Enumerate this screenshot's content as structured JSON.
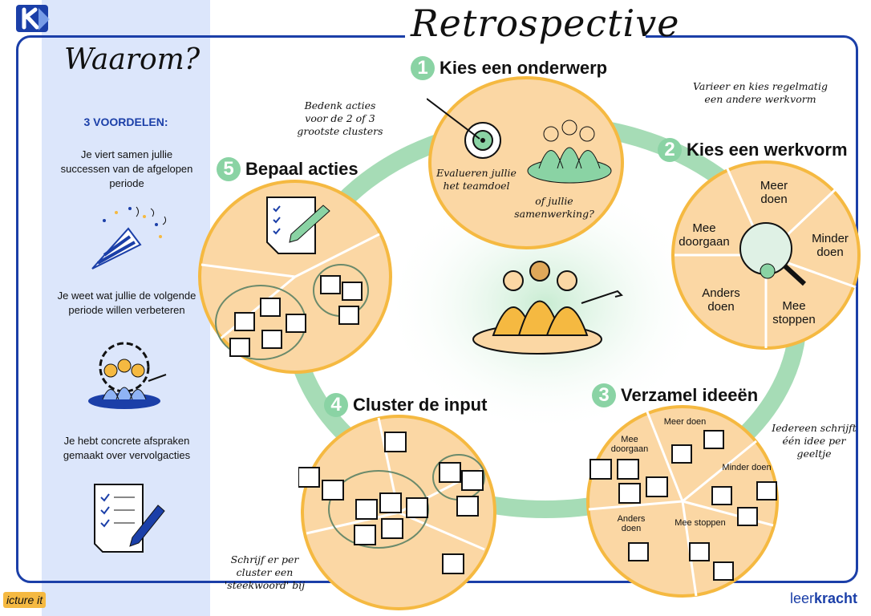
{
  "title": "Retrospective",
  "sidebar": {
    "heading": "Waarom?",
    "advantages_title": "3 VOORDELEN:",
    "advantages": [
      "Je viert samen jullie successen van de afgelopen periode",
      "Je weet wat jullie de volgende periode willen verbeteren",
      "Je hebt concrete afspraken gemaakt over vervolgacties"
    ]
  },
  "steps": [
    {
      "number": "1",
      "label": "Kies een onderwerp",
      "note_left": "Evalueren jullie het teamdoel",
      "note_right": "of jullie samenwerking?"
    },
    {
      "number": "2",
      "label": "Kies een werkvorm",
      "note": "Varieer en kies regelmatig een andere werkvorm",
      "segments": [
        "Meer doen",
        "Mee doorgaan",
        "Minder doen",
        "Anders doen",
        "Mee stoppen"
      ]
    },
    {
      "number": "3",
      "label": "Verzamel ideeën",
      "note": "Iedereen schrijft één idee per geeltje",
      "segments": [
        "Meer doen",
        "Mee doorgaan",
        "Minder doen",
        "Anders doen",
        "Mee stoppen"
      ]
    },
    {
      "number": "4",
      "label": "Cluster de input",
      "note": "Schrijf er per cluster een 'steekwoord' bij"
    },
    {
      "number": "5",
      "label": "Bepaal acties",
      "note": "Bedenk acties voor de 2 of 3 grootste clusters"
    }
  ],
  "footer": {
    "brand_prefix": "leer",
    "brand_suffix": "kracht",
    "illustrator": "icture it"
  },
  "colors": {
    "blue": "#1b3fa8",
    "peach": "#fbd7a4",
    "orange": "#f5b941",
    "green": "#8ad3a4",
    "sidebar": "#dce6fb"
  }
}
